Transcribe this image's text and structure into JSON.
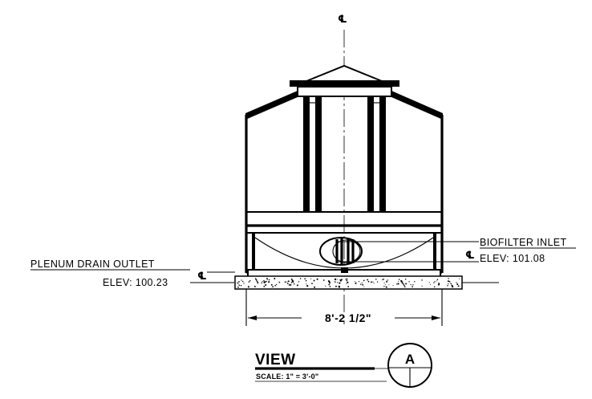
{
  "drawing": {
    "centerline_symbol": "℄",
    "labels": {
      "plenum_drain_outlet": {
        "title": "PLENUM DRAIN OUTLET",
        "elevation": "ELEV: 100.23"
      },
      "biofilter_inlet": {
        "title": "BIOFILTER INLET",
        "elevation": "ELEV: 101.08"
      }
    },
    "overall_width_dimension": "8'-2 1/2\"",
    "view_title": "VIEW",
    "view_scale": "SCALE: 1\" = 3'-0\"",
    "section_marker": "A"
  }
}
